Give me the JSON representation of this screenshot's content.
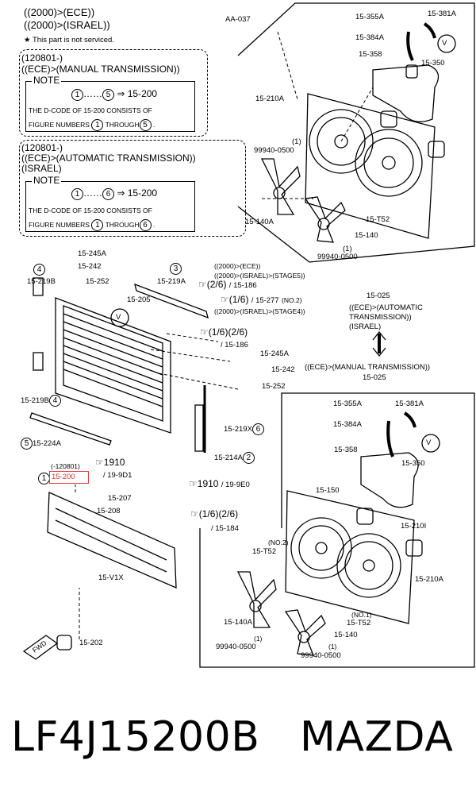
{
  "header": {
    "line1": "((2000)>(ECE))",
    "line2": "((2000)>(ISRAEL))",
    "not_serviced": "This part is not serviced."
  },
  "notes": [
    {
      "date": "(120801-)",
      "cond": "((ECE)>(MANUAL TRANSMISSION))",
      "cond2": "",
      "title": "NOTE",
      "range_from": "1",
      "range_to": "5",
      "arrow_target": "15-200",
      "text_a": "THE D-CODE OF 15-200 CONSISTS OF",
      "text_b_pre": "FIGURE NUMBERS",
      "text_b_mid": "THROUGH",
      "range_end": "5"
    },
    {
      "date": "(120801-)",
      "cond": "((ECE)>(AUTOMATIC TRANSMISSION))",
      "cond2": "(ISRAEL)",
      "title": "NOTE",
      "range_from": "1",
      "range_to": "6",
      "arrow_target": "15-200",
      "text_a": "THE D-CODE OF 15-200 CONSISTS OF",
      "text_b_pre": "FIGURE NUMBERS",
      "text_b_mid": "THROUGH",
      "range_end": "6"
    }
  ],
  "labels": {
    "aa037": "AA-037",
    "p15355a_top": "15-355A",
    "p15381a_top": "15-381A",
    "p15384a_top": "15-384A",
    "p15358_top": "15-358",
    "p15350_top": "15-350",
    "p15210a_top": "15-210A",
    "p99940_top": "99940-0500",
    "one_a": "(1)",
    "p15140a_top": "15-140A",
    "p15t52_top": "15-T52",
    "p15140_top": "15-140",
    "p99940_top2": "99940-0500",
    "one_b": "(1)",
    "p15245a": "15-245A",
    "p15242": "15-242",
    "p15219b_top": "15-219B",
    "p15252_top": "15-252",
    "n4a": "4",
    "n3": "3",
    "p15219a": "15-219A",
    "c1": "((2000)>(ECE))",
    "c2": "((2000)>(ISRAEL)>(STAGE5))",
    "r26": "(2/6)",
    "r26_ref": "/ 15-186",
    "r16": "(1/6)",
    "r16_ref": "/ 15-277",
    "no2": "(NO.2)",
    "c3": "((2000)>(ISRAEL)>(STAGE4))",
    "p15025_top": "15-025",
    "auto_line1": "((ECE)>(AUTOMATIC",
    "auto_line2": "TRANSMISSION))",
    "auto_line3": "(ISRAEL)",
    "p15205": "15-205",
    "r1626": "(1/6)(2/6)",
    "r1626_ref": "/ 15-186",
    "p15245a_b": "15-245A",
    "p15242_b": "15-242",
    "p15252_b": "15-252",
    "manual_cond": "((ECE)>(MANUAL TRANSMISSION))",
    "p15025_b": "15-025",
    "p15219b_b": "15-219B",
    "n4b": "4",
    "n5": "5",
    "p15224a": "15-224A",
    "p15219x": "15-219X",
    "n6": "6",
    "p15214a": "15-214A",
    "n2": "2",
    "date120801": "(-120801)",
    "n1": "1",
    "p15200": "15-200",
    "fig1910": "1910",
    "fig1910_ref": "/ 19-9D1",
    "fig1910b": "1910",
    "fig1910b_ref": "/ 19-9E0",
    "p15207": "15-207",
    "p15208": "15-208",
    "r1626b": "(1/6)(2/6)",
    "r1626b_ref": "/ 15-184",
    "p15v1x": "15-V1X",
    "p15202": "15-202",
    "fwd": "FWD",
    "p15355a_b": "15-355A",
    "p15381a_b": "15-381A",
    "p15384a_b": "15-384A",
    "p15358_b": "15-358",
    "p15350_b": "15-350",
    "p15150": "15-150",
    "p15210l": "15-210I",
    "no2b": "(NO.2)",
    "p15t52_b": "15-T52",
    "p15210a_b": "15-210A",
    "p15140a_b": "15-140A",
    "no1": "(NO.1)",
    "p15t52_c": "15-T52",
    "one_c": "(1)",
    "p15140_b": "15-140",
    "one_d": "(1)",
    "p99940_b1": "99940-0500",
    "p99940_b2": "99940-0500",
    "v": "V"
  },
  "footer": {
    "part_number": "LF4J15200B",
    "brand": "MAZDA"
  },
  "colors": {
    "ink": "#000000",
    "highlight": "#d63030"
  }
}
